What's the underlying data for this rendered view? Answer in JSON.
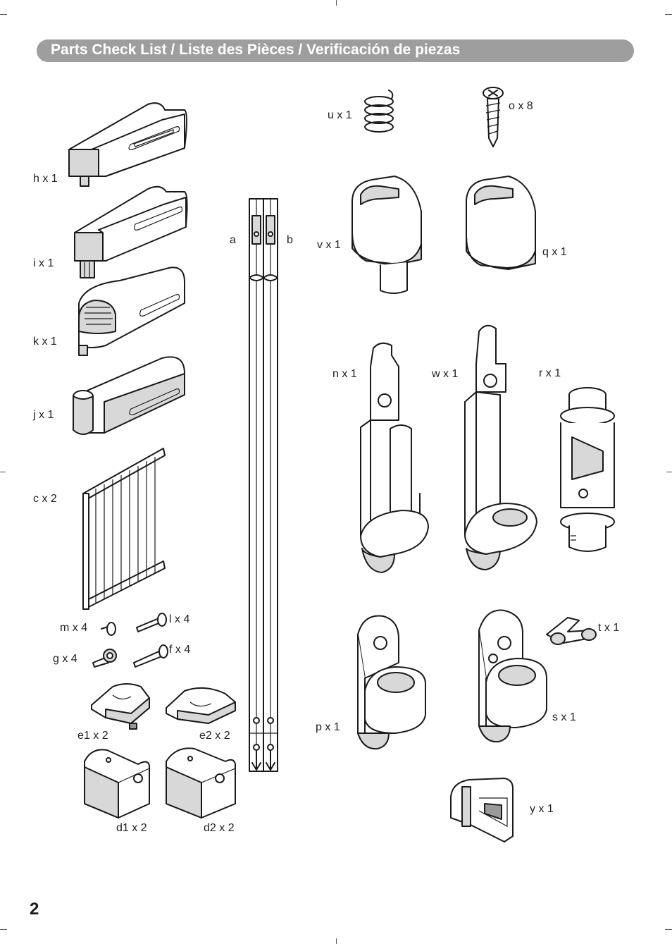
{
  "header": {
    "title": "Parts Check List / Liste des Pièces / Verificación de piezas"
  },
  "page_number": "2",
  "parts": {
    "h": "h x 1",
    "i": "i x 1",
    "k": "k x 1",
    "j": "j x 1",
    "c": "c x 2",
    "m": "m x 4",
    "l": "l x 4",
    "g": "g x 4",
    "f": "f x 4",
    "e1": "e1 x 2",
    "e2": "e2 x 2",
    "d1": "d1 x 2",
    "d2": "d2 x 2",
    "a": "a",
    "b": "b",
    "u": "u x 1",
    "o": "o x 8",
    "v": "v x 1",
    "q": "q x 1",
    "n": "n x 1",
    "w": "w x 1",
    "r": "r x 1",
    "p": "p x 1",
    "s": "s x 1",
    "t": "t x 1",
    "y": "y x 1"
  }
}
